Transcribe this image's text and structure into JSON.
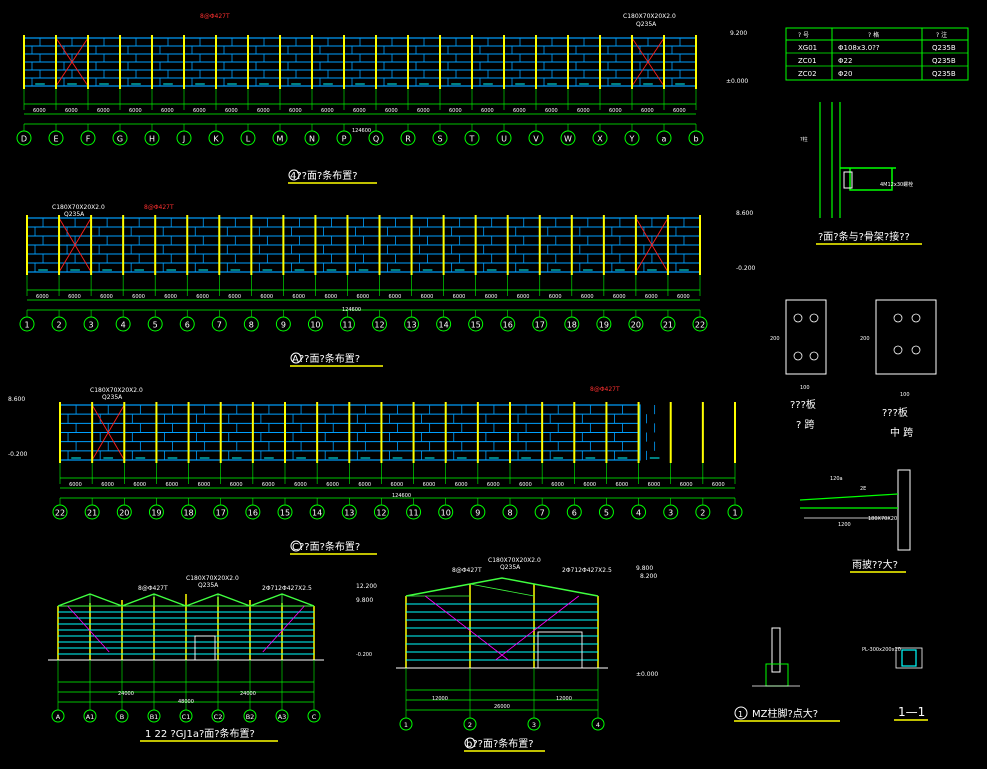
{
  "colors": {
    "background": "#000000",
    "wall_grid": "#00a0ff",
    "column": "#ffff00",
    "dimension": "#00ff00",
    "annotation": "#ff2020",
    "bracing": "#ff00ff",
    "truss": "#40ff40",
    "gable_line": "#00ffff",
    "text": "#ffffff"
  },
  "elev_4": {
    "title": "4??面?条布置?",
    "axes": [
      "D",
      "E",
      "F",
      "G",
      "H",
      "J",
      "K",
      "L",
      "M",
      "N",
      "P",
      "Q",
      "R",
      "S",
      "T",
      "U",
      "V",
      "W",
      "X",
      "Y",
      "a",
      "b"
    ],
    "total": "124600",
    "purlin_tag": "C180X70X20X2.0",
    "purlin_steel": "Q235A",
    "tie_tag": "8@Φ427T",
    "levels": [
      "9.200",
      "±0.000"
    ],
    "spans": [
      "6000",
      "6000",
      "6000",
      "6000",
      "6000",
      "6000",
      "6000",
      "6000",
      "6000",
      "6000",
      "6000",
      "6000",
      "6000",
      "6000",
      "6000",
      "6000",
      "6000",
      "6000",
      "6000",
      "6000",
      "6000"
    ]
  },
  "elev_A": {
    "title": "A??面?条布置?",
    "axes": [
      "1",
      "2",
      "3",
      "4",
      "5",
      "6",
      "7",
      "8",
      "9",
      "10",
      "11",
      "12",
      "13",
      "14",
      "15",
      "16",
      "17",
      "18",
      "19",
      "20",
      "21",
      "22"
    ],
    "total": "124600",
    "purlin_tag": "C180X70X20X2.0",
    "purlin_steel": "Q235A",
    "tie_tag": "8@Φ427T",
    "levels": [
      "8.600",
      "-0.200"
    ],
    "spans": [
      "6000",
      "6000",
      "6000",
      "6000",
      "6000",
      "6000",
      "6000",
      "6000",
      "6000",
      "6000",
      "6000",
      "6000",
      "6000",
      "6000",
      "6000",
      "6000",
      "6000",
      "6000",
      "6000",
      "6000",
      "6000"
    ]
  },
  "elev_C": {
    "title": "C??面?条布置?",
    "axes": [
      "22",
      "21",
      "20",
      "19",
      "18",
      "17",
      "16",
      "15",
      "14",
      "13",
      "12",
      "11",
      "10",
      "9",
      "8",
      "7",
      "6",
      "5",
      "4",
      "3",
      "2",
      "1"
    ],
    "total": "124600",
    "purlin_tag": "C180X70X20X2.0",
    "purlin_steel": "Q235A",
    "tie_tag": "8@Φ427T",
    "levels": [
      "8.600",
      "-0.200"
    ],
    "spans": [
      "6000",
      "6000",
      "6000",
      "6000",
      "6000",
      "6000",
      "6000",
      "6000",
      "6000",
      "6000",
      "6000",
      "6000",
      "6000",
      "6000",
      "6000",
      "6000",
      "6000",
      "6000",
      "6000",
      "6000",
      "6000"
    ]
  },
  "gable_1": {
    "title": "1 22 ?GJ1a?面?条布置?",
    "axes": [
      "A",
      "A1",
      "B",
      "B1",
      "C1",
      "C2",
      "B2",
      "A3",
      "C"
    ],
    "purlin_tag": "C180X70X20X2.0",
    "purlin_steel": "Q235A",
    "tie_tag": "8@Φ427T",
    "brace_tag": "2Φ712Φ427X2.5",
    "levels": [
      "12.200",
      "9.800",
      "-0.200"
    ],
    "total": "48000",
    "sub_totals": [
      "24000",
      "24000"
    ]
  },
  "gable_b": {
    "title": "b??面?条布置?",
    "axes": [
      "1",
      "2",
      "3",
      "4"
    ],
    "purlin_tag": "C180X70X20X2.0",
    "purlin_steel": "Q235A",
    "tie_tag": "8@Φ427T",
    "brace_tag": "2Φ712Φ427X2.5",
    "levels": [
      "9.800",
      "8.200",
      "±0.000"
    ],
    "total": "26000",
    "sub_totals": [
      "12000",
      "12000"
    ]
  },
  "table": {
    "headers": [
      "? 号",
      "? 格",
      "? 注"
    ],
    "rows": [
      [
        "XG01",
        "Φ108x3.0??",
        "Q235B"
      ],
      [
        "ZC01",
        "Φ22",
        "Q235B"
      ],
      [
        "ZC02",
        "Φ20",
        "Q235B"
      ]
    ]
  },
  "detail_connection": {
    "title": "?面?条与?骨架?接??",
    "tag": "?柱",
    "note": "4M12x30螺栓"
  },
  "plate_side": {
    "title": "???板",
    "subtitle": "? 跨",
    "width": "100",
    "height": "200"
  },
  "plate_mid": {
    "title": "???板",
    "subtitle": "中 跨",
    "width": "100",
    "height": "200"
  },
  "canopy": {
    "title": "雨披??大?",
    "dims": [
      "120a",
      "2E",
      "1200",
      "180X70X20"
    ]
  },
  "mz_detail": {
    "title": "MZ柱脚?点大?",
    "label": "1"
  },
  "section": {
    "title": "1—1",
    "plate": "PL-300x200x10"
  }
}
